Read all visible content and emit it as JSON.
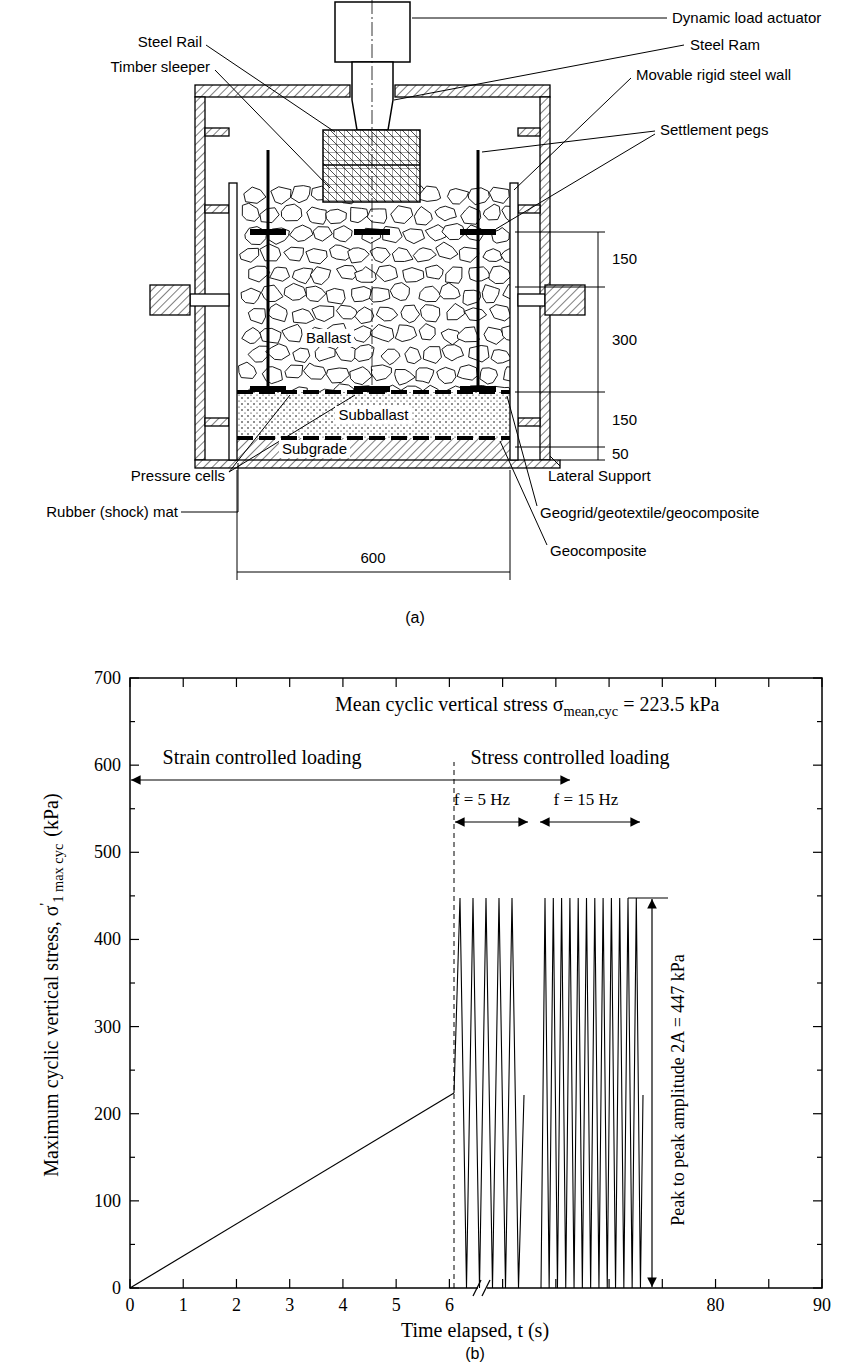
{
  "diagram": {
    "nodes": [
      {
        "text": [
          "Ballast"
        ]
      },
      {
        "text": [
          "Subballast"
        ]
      },
      {
        "text": [
          "Subgrade"
        ]
      }
    ],
    "labels": [
      "Dynamic load actuator",
      "Steel Rail",
      "Steel Ram",
      "Timber sleeper",
      "Movable rigid steel wall",
      "Settlement pegs",
      "150",
      "300",
      "150",
      "50",
      "Pressure cells",
      "Lateral Support",
      "Rubber (shock) mat",
      "Geogrid/geotextile/geocomposite",
      "600",
      "Geocomposite",
      "(a)",
      "Mean cyclic vertical stress σ",
      "mean,cyc",
      "= 223.5 kPa",
      "Strain controlled loading",
      "Stress controlled loading",
      "f = 5 Hz",
      "f = 15 Hz",
      "Peak to peak amplitude 2A = 447 kPa",
      "Maximum cyclic vertical stress, σ",
      "'",
      "1 max cyc",
      "(kPa)",
      "700",
      "600",
      "500",
      "400",
      "300",
      "200",
      "100",
      "0",
      "0",
      "1",
      "2",
      "3",
      "4",
      "5",
      "6",
      "80",
      "90",
      "Time elapsed, t (s)",
      "(b)"
    ]
  }
}
